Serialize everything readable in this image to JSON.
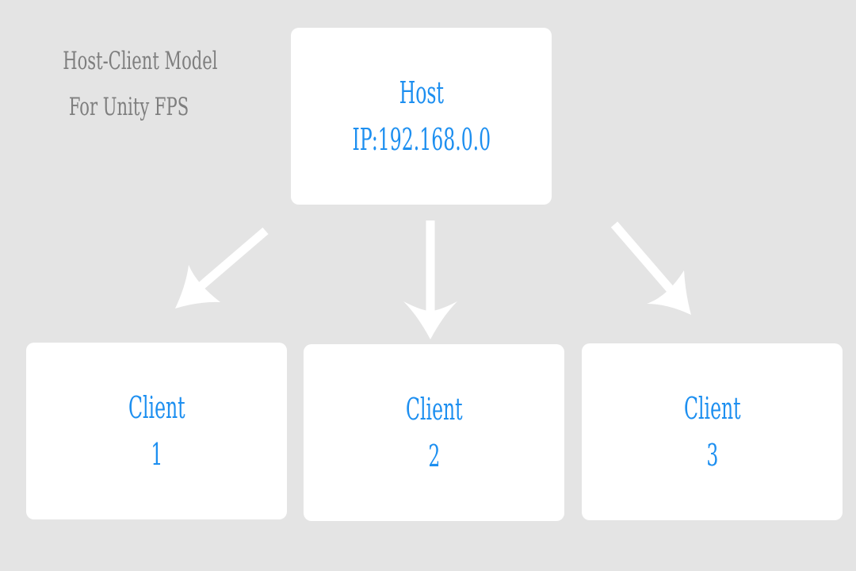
{
  "diagram": {
    "title_line1": "Host-Client Model",
    "title_line2": "For Unity FPS",
    "host": {
      "label": "Host",
      "ip": "IP:192.168.0.0"
    },
    "clients": [
      {
        "label": "Client",
        "number": "1"
      },
      {
        "label": "Client",
        "number": "2"
      },
      {
        "label": "Client",
        "number": "3"
      }
    ],
    "colors": {
      "background": "#e4e4e4",
      "box": "#ffffff",
      "label": "#1d8ff0",
      "title": "#7e7e7e",
      "arrow": "#ffffff"
    },
    "icons": [
      "arrow-to-client-1-icon",
      "arrow-to-client-2-icon",
      "arrow-to-client-3-icon"
    ]
  }
}
